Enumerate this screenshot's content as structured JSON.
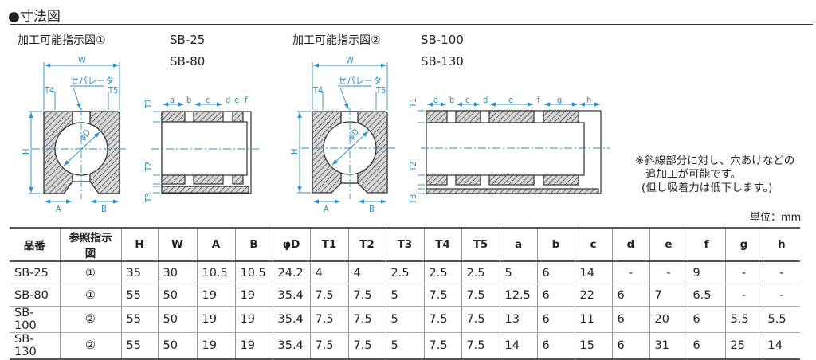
{
  "header": {
    "title": "●寸法図"
  },
  "diagram1": {
    "label": "加工可能指示図①",
    "models": [
      "SB-25",
      "SB-80"
    ],
    "dims": {
      "W": "W",
      "T4": "T4",
      "T5": "T5",
      "separator": "セパレータ",
      "phiD": "φD",
      "H": "H",
      "A": "A",
      "B": "B",
      "T1": "T1",
      "T2": "T2",
      "T3": "T3",
      "a": "a",
      "b": "b",
      "c": "c",
      "d": "d",
      "e": "e",
      "f": "f"
    }
  },
  "diagram2": {
    "label": "加工可能指示図②",
    "models": [
      "SB-100",
      "SB-130"
    ],
    "dims": {
      "W": "W",
      "T4": "T4",
      "T5": "T5",
      "separator": "セパレータ",
      "phiD": "φD",
      "H": "H",
      "A": "A",
      "B": "B",
      "T1": "T1",
      "T2": "T2",
      "T3": "T3",
      "a": "a",
      "b": "b",
      "c": "c",
      "d": "d",
      "e": "e",
      "f": "f",
      "g": "g",
      "h": "h"
    }
  },
  "note": [
    "※斜線部分に対し、穴あけなどの",
    "追加工が可能です。",
    "(但し吸着力は低下します。)"
  ],
  "unit": "単位：mm",
  "table": {
    "headers": [
      "品番",
      "参照指示図",
      "H",
      "W",
      "A",
      "B",
      "φD",
      "T1",
      "T2",
      "T3",
      "T4",
      "T5",
      "a",
      "b",
      "c",
      "d",
      "e",
      "f",
      "g",
      "h"
    ],
    "rows": [
      [
        "SB-25",
        "①",
        "35",
        "30",
        "10.5",
        "10.5",
        "24.2",
        "4",
        "4",
        "2.5",
        "2.5",
        "2.5",
        "5",
        "6",
        "14",
        "-",
        "-",
        "9",
        "-",
        "-"
      ],
      [
        "SB-80",
        "①",
        "55",
        "50",
        "19",
        "19",
        "35.4",
        "7.5",
        "7.5",
        "5",
        "7.5",
        "7.5",
        "12.5",
        "6",
        "22",
        "6",
        "7",
        "6.5",
        "-",
        "-"
      ],
      [
        "SB-100",
        "②",
        "55",
        "50",
        "19",
        "19",
        "35.4",
        "7.5",
        "7.5",
        "5",
        "7.5",
        "7.5",
        "13",
        "6",
        "11",
        "6",
        "20",
        "6",
        "5.5",
        "5.5"
      ],
      [
        "SB-130",
        "②",
        "55",
        "50",
        "19",
        "19",
        "35.4",
        "7.5",
        "7.5",
        "5",
        "7.5",
        "7.5",
        "14",
        "6",
        "15",
        "6",
        "31",
        "6",
        "25",
        "14"
      ]
    ]
  },
  "colors": {
    "dimension": "#2a8fd0",
    "hatch_fill": "#d8d8d8",
    "outline": "#333333"
  }
}
